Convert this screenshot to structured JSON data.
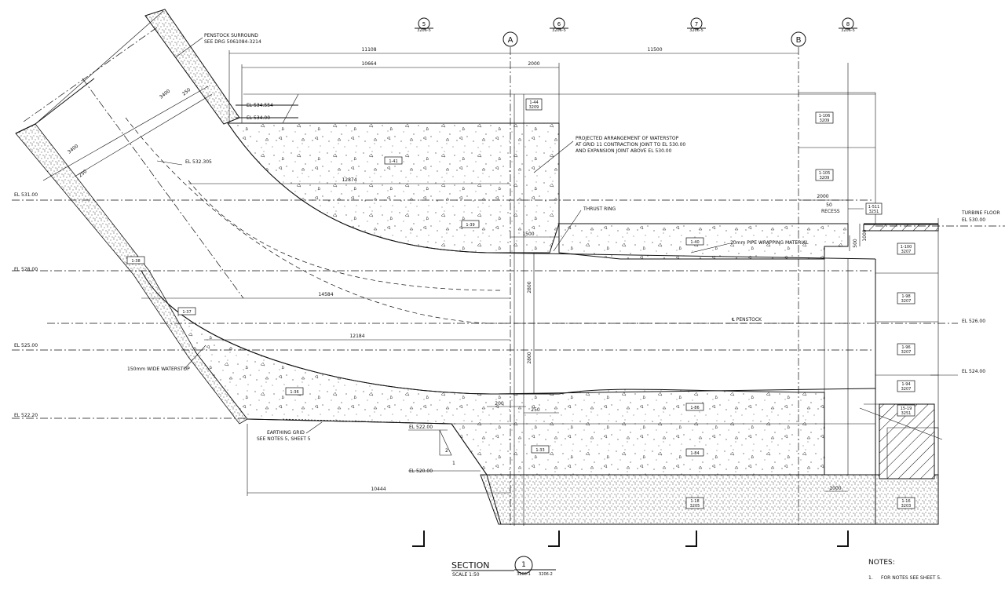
{
  "grid_columns": [
    {
      "id": "a",
      "label": "A"
    },
    {
      "id": "b",
      "label": "B"
    }
  ],
  "section_markers": [
    {
      "num": "5",
      "ref": "3206-5"
    },
    {
      "num": "6",
      "ref": "3206-5"
    },
    {
      "num": "7",
      "ref": "3206-5"
    },
    {
      "num": "8",
      "ref": "3206-5"
    }
  ],
  "dimensions": {
    "d11108": "11108",
    "d11500": "11500",
    "d10664": "10664",
    "d2000_top": "2000",
    "d3400a": "3400",
    "d3400b": "3400",
    "d250a": "250",
    "d250b": "250",
    "d12874": "12874",
    "d14584": "14584",
    "d12184": "12184",
    "d10444": "10444",
    "d1500": "1500",
    "d2800a": "2800",
    "d2800b": "2800",
    "d200": "200",
    "d250c": "250",
    "d2000_right": "2000",
    "d50": "50",
    "d1000a": "1000",
    "d500": "500",
    "d1000b": "1000",
    "slope_v": "2",
    "slope_h": "1"
  },
  "levels": {
    "el_534_554": "EL 534.554",
    "el_534_00": "EL 534.00",
    "el_532_305": "EL 532.305",
    "el_531_00": "EL 531.00",
    "el_528_00": "EL 528.00",
    "el_525_00": "EL 525.00",
    "el_522_20": "EL 522.20",
    "el_522_00": "EL 522.00",
    "el_520_00": "EL 520.00",
    "el_530_00": "EL 530.00",
    "el_526_00": "EL 526.00",
    "el_524_00": "EL 524.00"
  },
  "notes_text": {
    "penstock_surround_1": "PENSTOCK SURROUND",
    "penstock_surround_2": "SEE DRG 5061084-3214",
    "waterstop_1": "PROJECTED ARRANGEMENT OF WATERSTOP",
    "waterstop_2": "AT GRID 11 CONTRACTION JOINT TO EL 530.00",
    "waterstop_3": "AND EXPANSION JOINT ABOVE EL 530.00",
    "thrust_ring": "THRUST RING",
    "pipe_wrapping": "20mm PIPE WRAPPING MATERIAL",
    "waterstop_150": "150mm WIDE WATERSTOP",
    "earthing_1": "EARTHING GRID",
    "earthing_2": "SEE NOTES 5, SHEET 5",
    "penstock_cl": "℄ PENSTOCK",
    "recess": "RECESS",
    "turbine_1": "TURBINE FLOOR",
    "section_title": "SECTION",
    "scale": "SCALE 1:50",
    "section_num": "1",
    "section_ref_left": "3206-1",
    "section_ref_right": "3206-2",
    "notes_heading": "NOTES:",
    "note_1_num": "1.",
    "note_1_text": "FOR NOTES SEE SHEET 5."
  },
  "pour_tags": {
    "p1_44": "1-44",
    "p3209_top": "3209",
    "p1_106": "1-106",
    "p3209_106": "3209",
    "p1_105": "1-105",
    "p3209_105": "3209",
    "p1_41": "1-41",
    "p1_39": "1-39",
    "p1_40": "1-40",
    "p1_38": "1-38",
    "p1_37": "1-37",
    "p1_36": "1-36",
    "p1_86": "1-86",
    "p1_33": "1-33",
    "p1_84": "1-84",
    "p1_18": "1-18",
    "p3205": "3205",
    "p1_511": "1-511",
    "p3251_a": "3251",
    "p1_100": "1-100",
    "p3207_a": "3207",
    "p1_98": "1-98",
    "p3207_b": "3207",
    "p1_96": "1-96",
    "p3207_c": "3207",
    "p1_94": "1-94",
    "p3207_d": "3207",
    "p15_19": "15-19",
    "p3251_b": "3251",
    "p1_16": "1-16",
    "p3203": "3203"
  }
}
